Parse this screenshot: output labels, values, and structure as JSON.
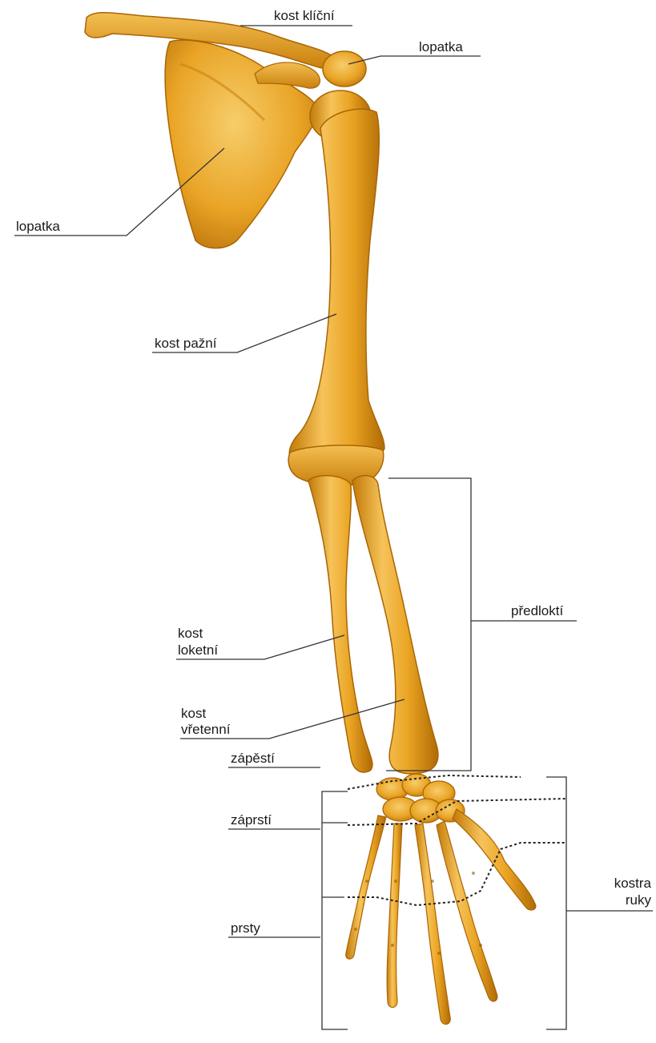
{
  "colors": {
    "bone_light": "#f2b84a",
    "bone_mid": "#e59a1c",
    "bone_dark": "#b8740a",
    "leader": "#333333"
  },
  "labels": {
    "clavicle": "kost klíční",
    "scapula_top": "lopatka",
    "scapula_left": "lopatka",
    "humerus": "kost pažní",
    "forearm": "předloktí",
    "ulna_line1": "kost",
    "ulna_line2": "loketní",
    "radius_line1": "kost",
    "radius_line2": "vřetenní",
    "wrist": "zápěstí",
    "metacarpus": "záprstí",
    "fingers": "prsty",
    "hand_line1": "kostra",
    "hand_line2": "ruky"
  }
}
